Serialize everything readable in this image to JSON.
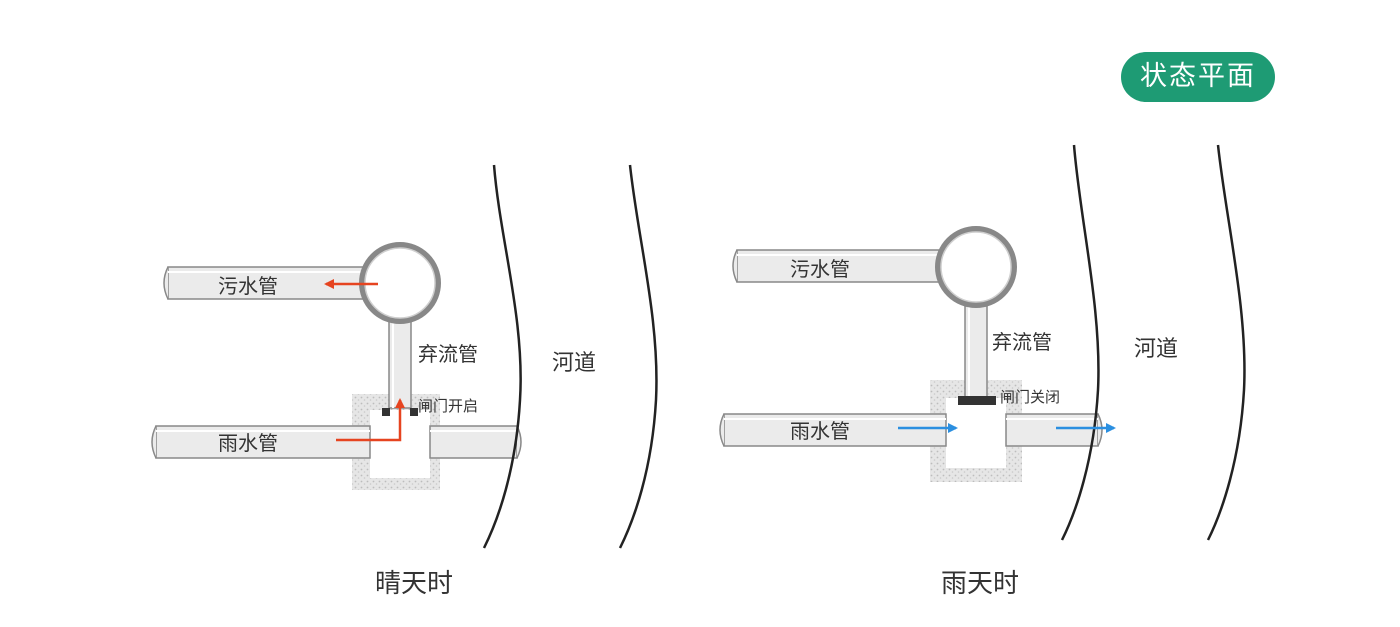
{
  "badge": "状态平面",
  "colors": {
    "badge_bg": "#1e9b74",
    "flow_dry": "#e64420",
    "flow_rain": "#2b8fe0",
    "pipe_fill": "#ebebeb",
    "pipe_stroke": "#888888",
    "ground": "#d6d6d6"
  },
  "scenes": [
    {
      "sewage_pipe": "污水管",
      "diversion_pipe": "弃流管",
      "gate_status": "闸门开启",
      "rain_pipe": "雨水管",
      "river": "河道",
      "caption": "晴天时"
    },
    {
      "sewage_pipe": "污水管",
      "diversion_pipe": "弃流管",
      "gate_status": "闸门关闭",
      "rain_pipe": "雨水管",
      "river": "河道",
      "caption": "雨天时"
    }
  ]
}
